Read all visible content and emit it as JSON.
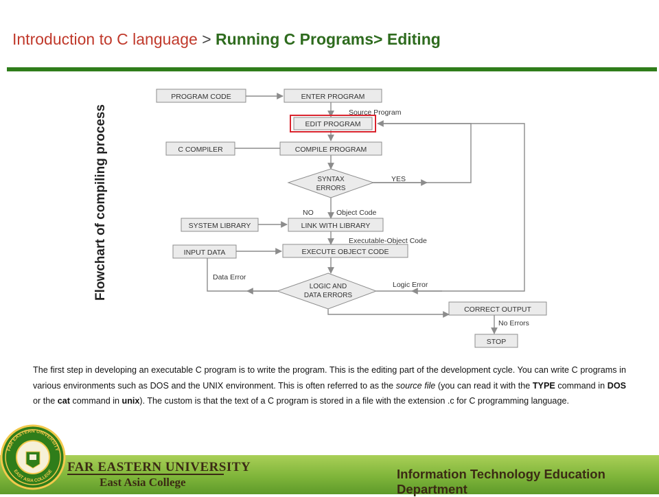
{
  "header": {
    "part1": "Introduction to C language",
    "separator": ">",
    "part2": "Running C Programs> Editing"
  },
  "flowchart": {
    "side_label": "Flowchart of compiling process",
    "nodes": {
      "program_code": "PROGRAM CODE",
      "enter_program": "ENTER PROGRAM",
      "edit_program": "EDIT PROGRAM",
      "c_compiler": "C COMPILER",
      "compile_program": "COMPILE PROGRAM",
      "syntax_errors_1": "SYNTAX",
      "syntax_errors_2": "ERRORS",
      "system_library": "SYSTEM LIBRARY",
      "link_with_library": "LINK WITH LIBRARY",
      "input_data": "INPUT DATA",
      "execute_object_code": "EXECUTE OBJECT CODE",
      "logic_errors_1": "LOGIC AND",
      "logic_errors_2": "DATA ERRORS",
      "correct_output": "CORRECT OUTPUT",
      "stop": "STOP"
    },
    "edges": {
      "source_program": "Source Program",
      "yes": "YES",
      "no": "NO",
      "object_code": "Object Code",
      "executable_object_code": "Executable-Object Code",
      "data_error": "Data Error",
      "logic_error": "Logic Error",
      "no_errors": "No Errors"
    },
    "colors": {
      "box_fill": "#ebebeb",
      "box_stroke": "#8c8c8c",
      "highlight": "#d9232d"
    }
  },
  "paragraph": {
    "t1": "The first step in developing an executable C program is to write the program. This is the editing part of the development cycle. You can write C programs in various environments such as DOS and the UNIX environment. This is often referred to as the ",
    "t2": "source file",
    "t3": " (you can read it with the ",
    "t4": "TYPE",
    "t5": " command in ",
    "t6": "DOS",
    "t7": " or the ",
    "t8": "cat",
    "t9": " command in ",
    "t10": "unix",
    "t11": "). The custom is that the text of a C program is stored in a file with the extension .c for C programming language."
  },
  "footer": {
    "university": "FAR EASTERN UNIVERSITY",
    "college": "East Asia College",
    "department": "Information Technology Education Department",
    "seal_text_top": "FAR EASTERN UNIVERSITY",
    "seal_text_bottom": "EAST ASIA COLLEGE"
  },
  "theme": {
    "green": "#2f7d1a",
    "footer_green": "#7fb53a",
    "title_red": "#c0392b",
    "title_green": "#2e6b1e"
  }
}
